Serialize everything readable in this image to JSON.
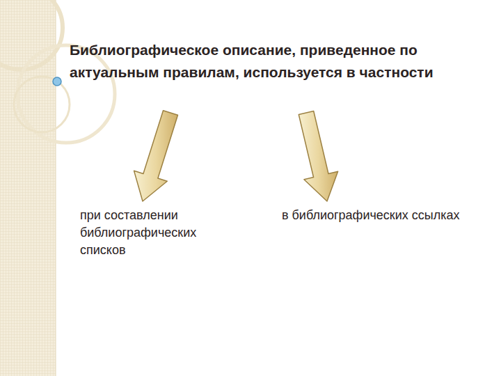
{
  "diagram": {
    "nodes": [
      {
        "text": [
          "Библиографическое описание, приведенное по актуальным правилам, используется в частности"
        ]
      },
      {
        "text": [
          "при составлении библиографических списков"
        ]
      },
      {
        "text": [
          "в библиографических ссылках"
        ]
      }
    ],
    "edges": [
      {
        "from": 0,
        "to": 1,
        "arrow": "to"
      },
      {
        "from": 0,
        "to": 2,
        "arrow": "to"
      }
    ]
  }
}
